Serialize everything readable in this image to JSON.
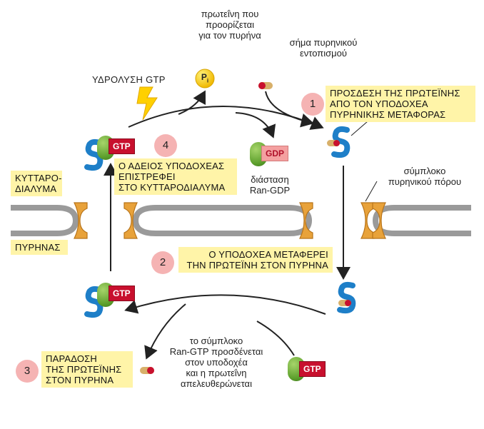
{
  "labels": {
    "cargo_protein": [
      "πρωτεΐνη που",
      "προορίζεται",
      "για τον πυρήνα"
    ],
    "nls": [
      "σήμα πυρηνικού",
      "εντοπισμού"
    ],
    "gtp_hydrolysis": "ΥΔΡΟΛΥΣΗ GTP",
    "pi": "P",
    "pi_sub": "i",
    "cytosol": [
      "ΚΥΤΤΑΡΟ-",
      "ΔΙΑΛΥΜΑ"
    ],
    "nucleus": "ΠΥΡΗΝΑΣ",
    "pore_complex": [
      "σύμπλοκο",
      "πυρηνικού πόρου"
    ],
    "ran_gdp_dissociation": [
      "διάσταση",
      "Ran-GDP"
    ],
    "ran_gtp_binding": [
      "το σύμπλοκο",
      "Ran-GTP προσδένεται",
      "στον υποδοχέα",
      "και η πρωτεΐνη",
      "απελευθερώνεται"
    ],
    "gtp": "GTP",
    "gdp": "GDP"
  },
  "steps": [
    {
      "num": "1",
      "text": [
        "ΠΡΟΣΔΕΣΗ ΤΗΣ ΠΡΩΤΕΪΝΗΣ",
        "ΑΠΟ ΤΟΝ ΥΠΟΔΟΧΕΑ",
        "ΠΥΡΗΝΙΚΗΣ ΜΕΤΑΦΟΡΑΣ"
      ]
    },
    {
      "num": "2",
      "text": [
        "Ο ΥΠΟΔΟΧΕΑ ΜΕΤΑΦΕΡΕΙ",
        "ΤΗΝ ΠΡΩΤΕΪΝΗ ΣΤΟΝ ΠΥΡΗΝΑ"
      ]
    },
    {
      "num": "3",
      "text": [
        "ΠΑΡΑΔΟΣΗ",
        "ΤΗΣ ΠΡΩΤΕΪΝΗΣ",
        "ΣΤΟΝ ΠΥΡΗΝΑ"
      ]
    },
    {
      "num": "4",
      "text": [
        "Ο ΑΔΕΙΟΣ ΥΠΟΔΟΧΕΑΣ",
        "ΕΠΙΣΤΡΕΦΕΙ",
        "ΣΤΟ ΚΥΤΤΑΡΟΔΙΑΛΥΜΑ"
      ]
    }
  ],
  "colors": {
    "box_fill": "#fff4a8",
    "step_circle": "#f5b3b3",
    "receptor_blue": "#1e7fc8",
    "ran_green": "#5c9f2c",
    "gtp_red": "#c8102e",
    "gdp_pink": "#f4a0a0",
    "membrane_grey": "#9a9a9a",
    "pore_orange": "#e8a23a",
    "pi_yellow": "#ffd000"
  },
  "icons": [
    "importin-receptor-icon",
    "cargo-protein-icon",
    "ran-gtpase-icon",
    "nuclear-pore-icon",
    "lightning-icon",
    "phosphate-icon"
  ]
}
